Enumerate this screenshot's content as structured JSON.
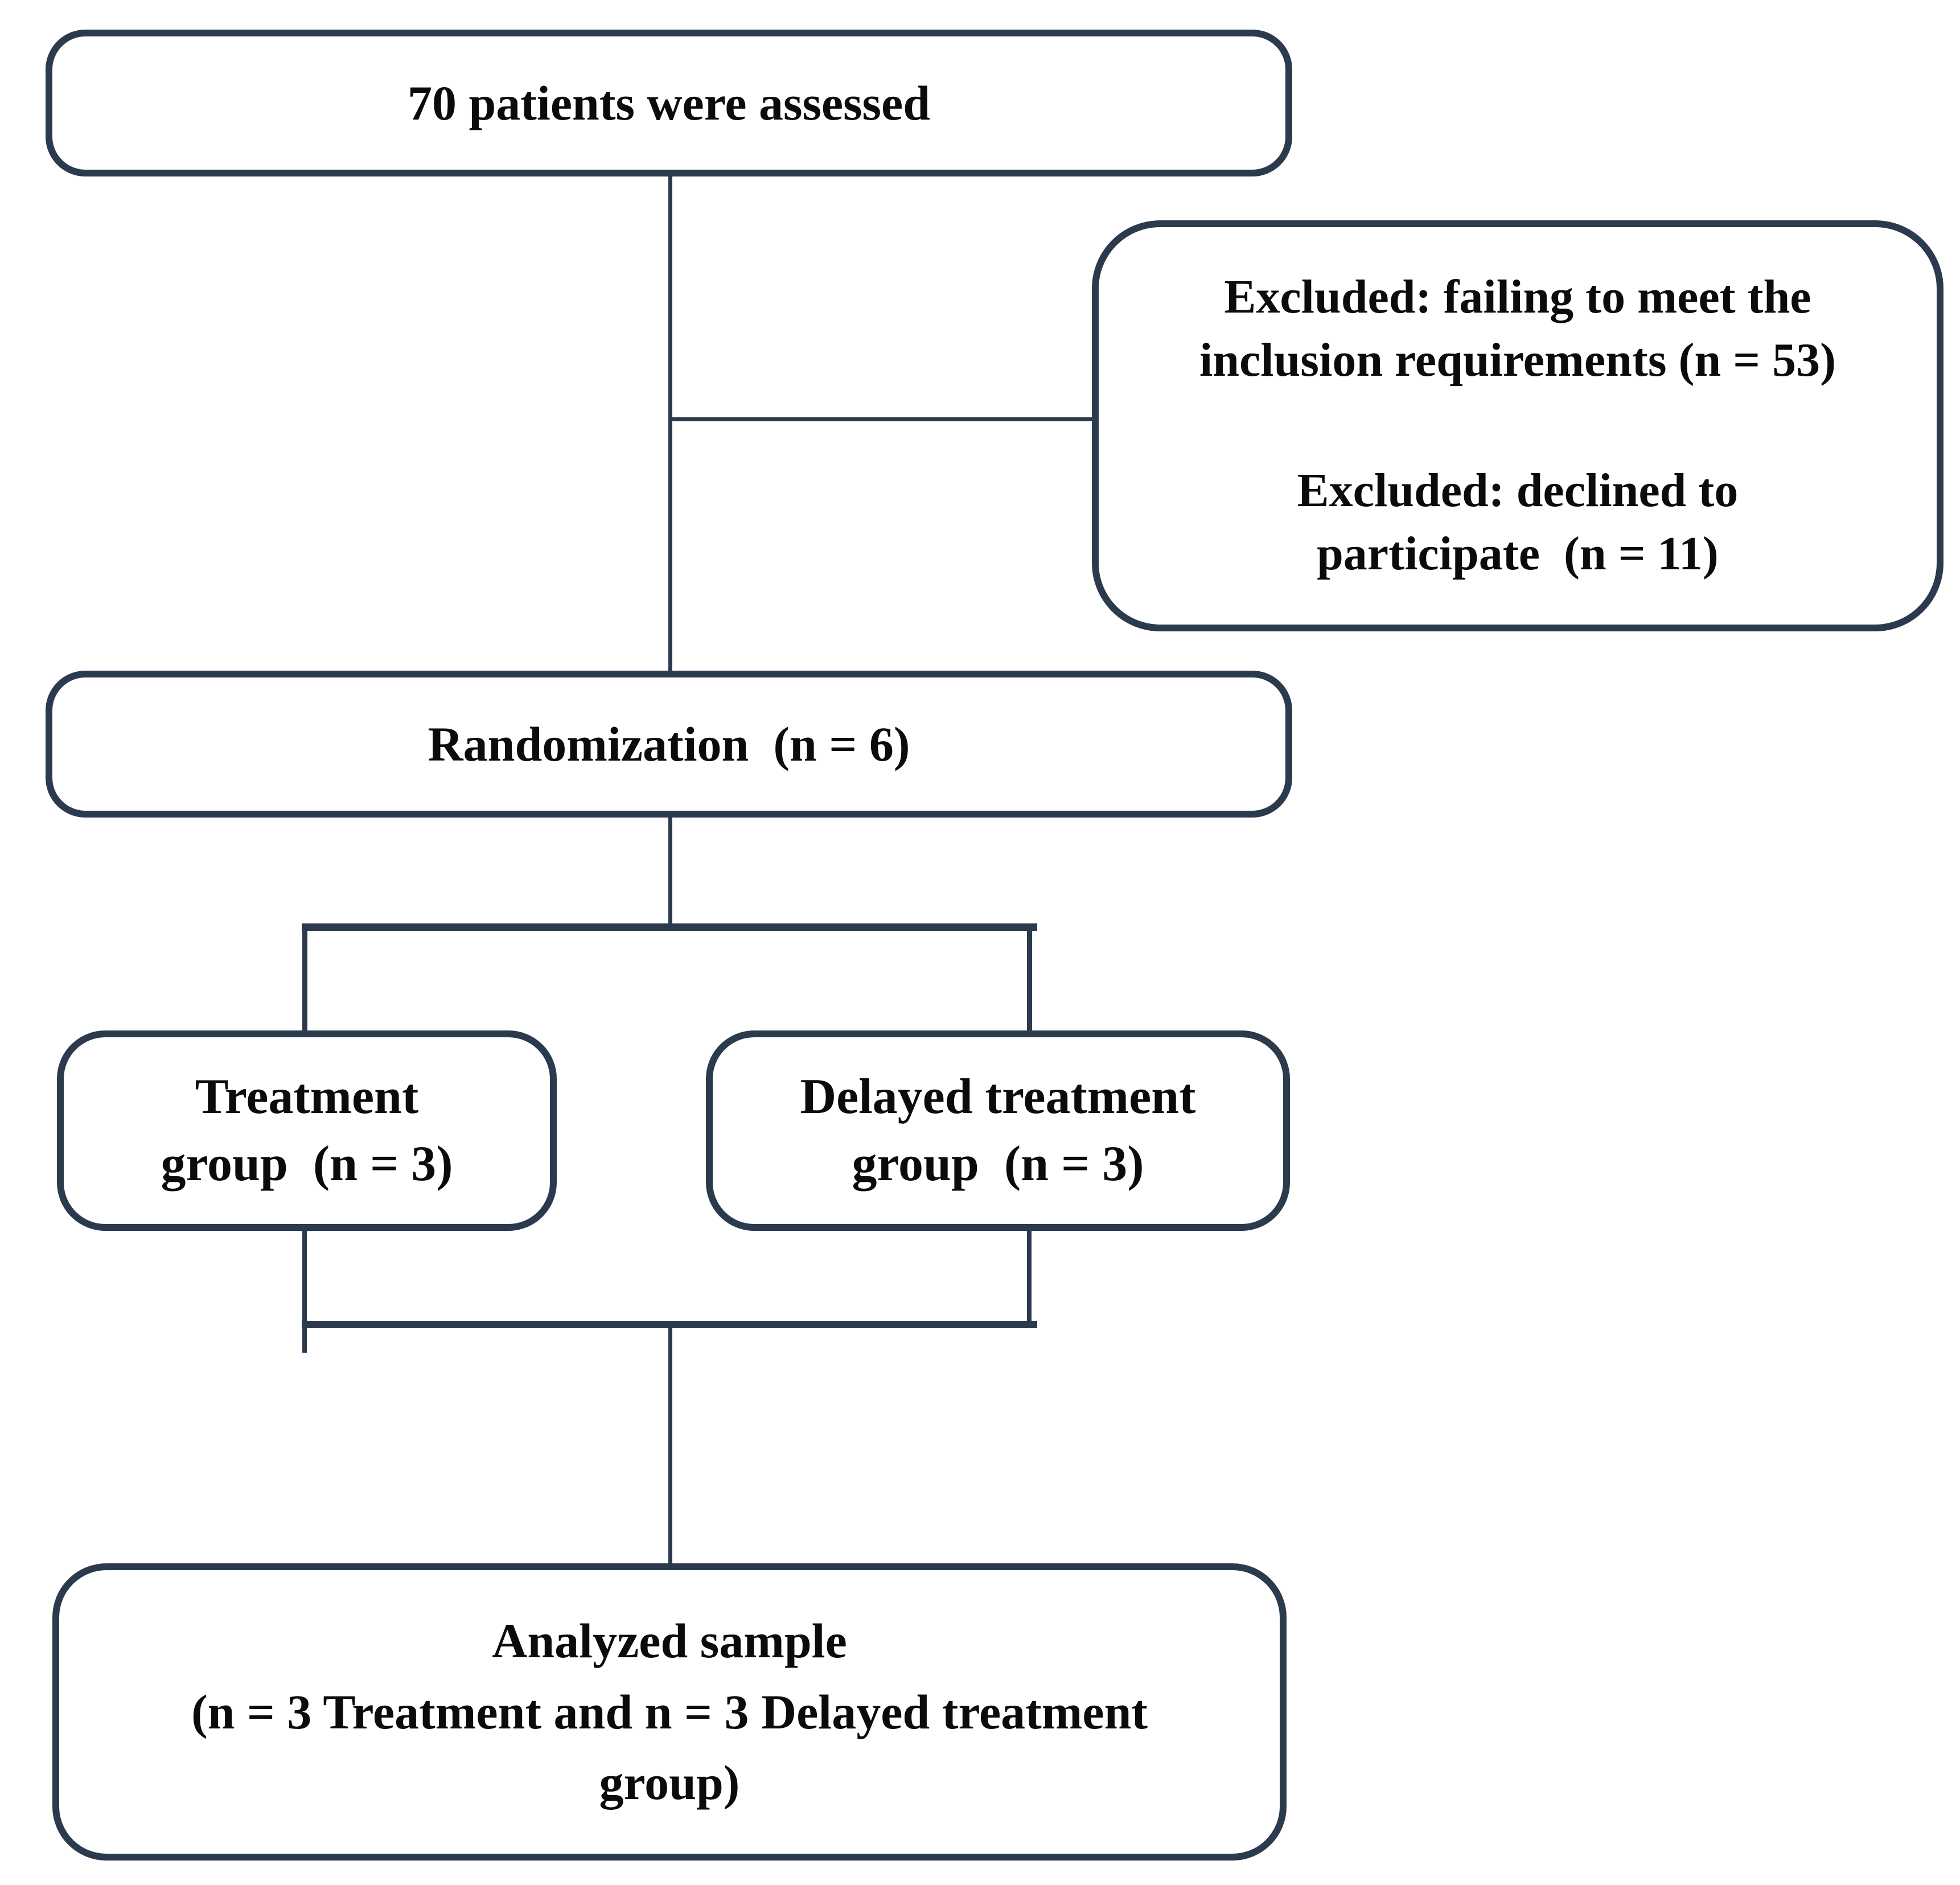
{
  "diagram": {
    "colors": {
      "line": "#2b3a4d",
      "text": "#0b0b0b",
      "background": "#ffffff"
    },
    "boxes": {
      "assessed": {
        "lines": [
          "70 patients were assessed"
        ]
      },
      "excluded": {
        "paragraph1": [
          "Excluded: failing to meet the",
          "inclusion requirements (n = 53)"
        ],
        "paragraph2": [
          "Excluded: declined to",
          "participate  (n = 11)"
        ]
      },
      "randomization": {
        "lines": [
          "Randomization  (n = 6)"
        ]
      },
      "treatment": {
        "lines": [
          "Treatment",
          "group  (n = 3)"
        ]
      },
      "delayed": {
        "lines": [
          "Delayed treatment",
          "group  (n = 3)"
        ]
      },
      "analyzed": {
        "lines": [
          "Analyzed sample",
          "(n = 3 Treatment and n = 3 Delayed treatment",
          "group)"
        ]
      }
    }
  }
}
